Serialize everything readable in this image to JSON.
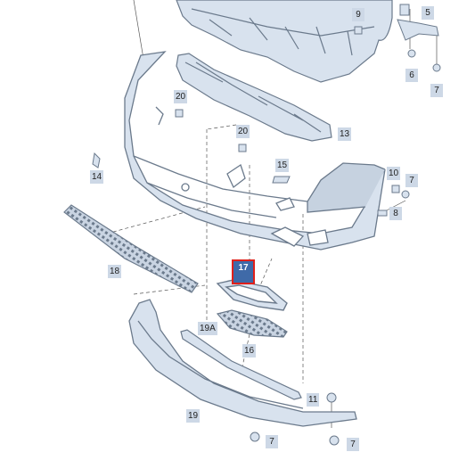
{
  "diagram": {
    "callouts": [
      {
        "id": "c5",
        "label": "5"
      },
      {
        "id": "c9",
        "label": "9"
      },
      {
        "id": "c6",
        "label": "6"
      },
      {
        "id": "c7a",
        "label": "7"
      },
      {
        "id": "c20a",
        "label": "20"
      },
      {
        "id": "c13",
        "label": "13"
      },
      {
        "id": "c20b",
        "label": "20"
      },
      {
        "id": "c14",
        "label": "14"
      },
      {
        "id": "c15",
        "label": "15"
      },
      {
        "id": "c10",
        "label": "10"
      },
      {
        "id": "c7b",
        "label": "7"
      },
      {
        "id": "c8",
        "label": "8"
      },
      {
        "id": "c17",
        "label": "17"
      },
      {
        "id": "c18",
        "label": "18"
      },
      {
        "id": "c19A",
        "label": "19A"
      },
      {
        "id": "c16",
        "label": "16"
      },
      {
        "id": "c11",
        "label": "11"
      },
      {
        "id": "c19",
        "label": "19"
      },
      {
        "id": "c7c",
        "label": "7"
      },
      {
        "id": "c7d",
        "label": "7"
      }
    ],
    "highlighted": "17",
    "colors": {
      "part_fill": "#d8e2ee",
      "part_stroke": "#6b7a8c",
      "label_bg": "#cdd8e6",
      "highlight_bg": "#3f6aa8",
      "highlight_border": "#e0201a"
    }
  }
}
